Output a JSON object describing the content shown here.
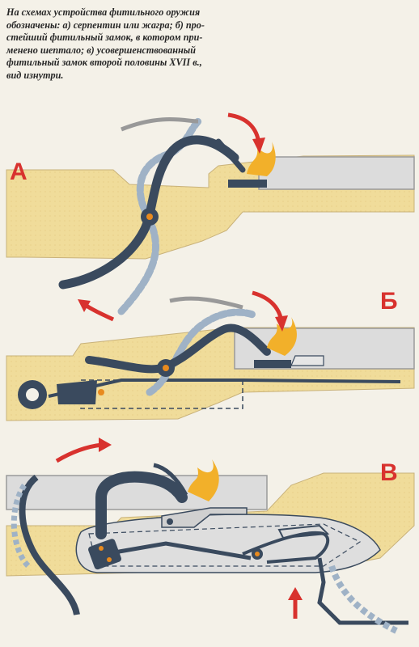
{
  "caption": {
    "lines": [
      "На схемах устройства фитильного оружия",
      "обозначены: а) серпентин или жагра; б) про-",
      "стейший фитильный замок, в котором при-",
      "менено шептало; в) усовершенствованный",
      "фитильный замок второй половины XVII в.,",
      "вид изнутри."
    ]
  },
  "panels": {
    "a": {
      "label": "А"
    },
    "b": {
      "label": "Б"
    },
    "v": {
      "label": "В"
    }
  },
  "colors": {
    "wood": "#f0dc9a",
    "metal": "#dcdcdc",
    "part": "#3a4a5e",
    "arrow": "#d8322e",
    "pivot": "#e88a1e",
    "match": "#9fb2c6",
    "flame": "#f2b02a"
  }
}
